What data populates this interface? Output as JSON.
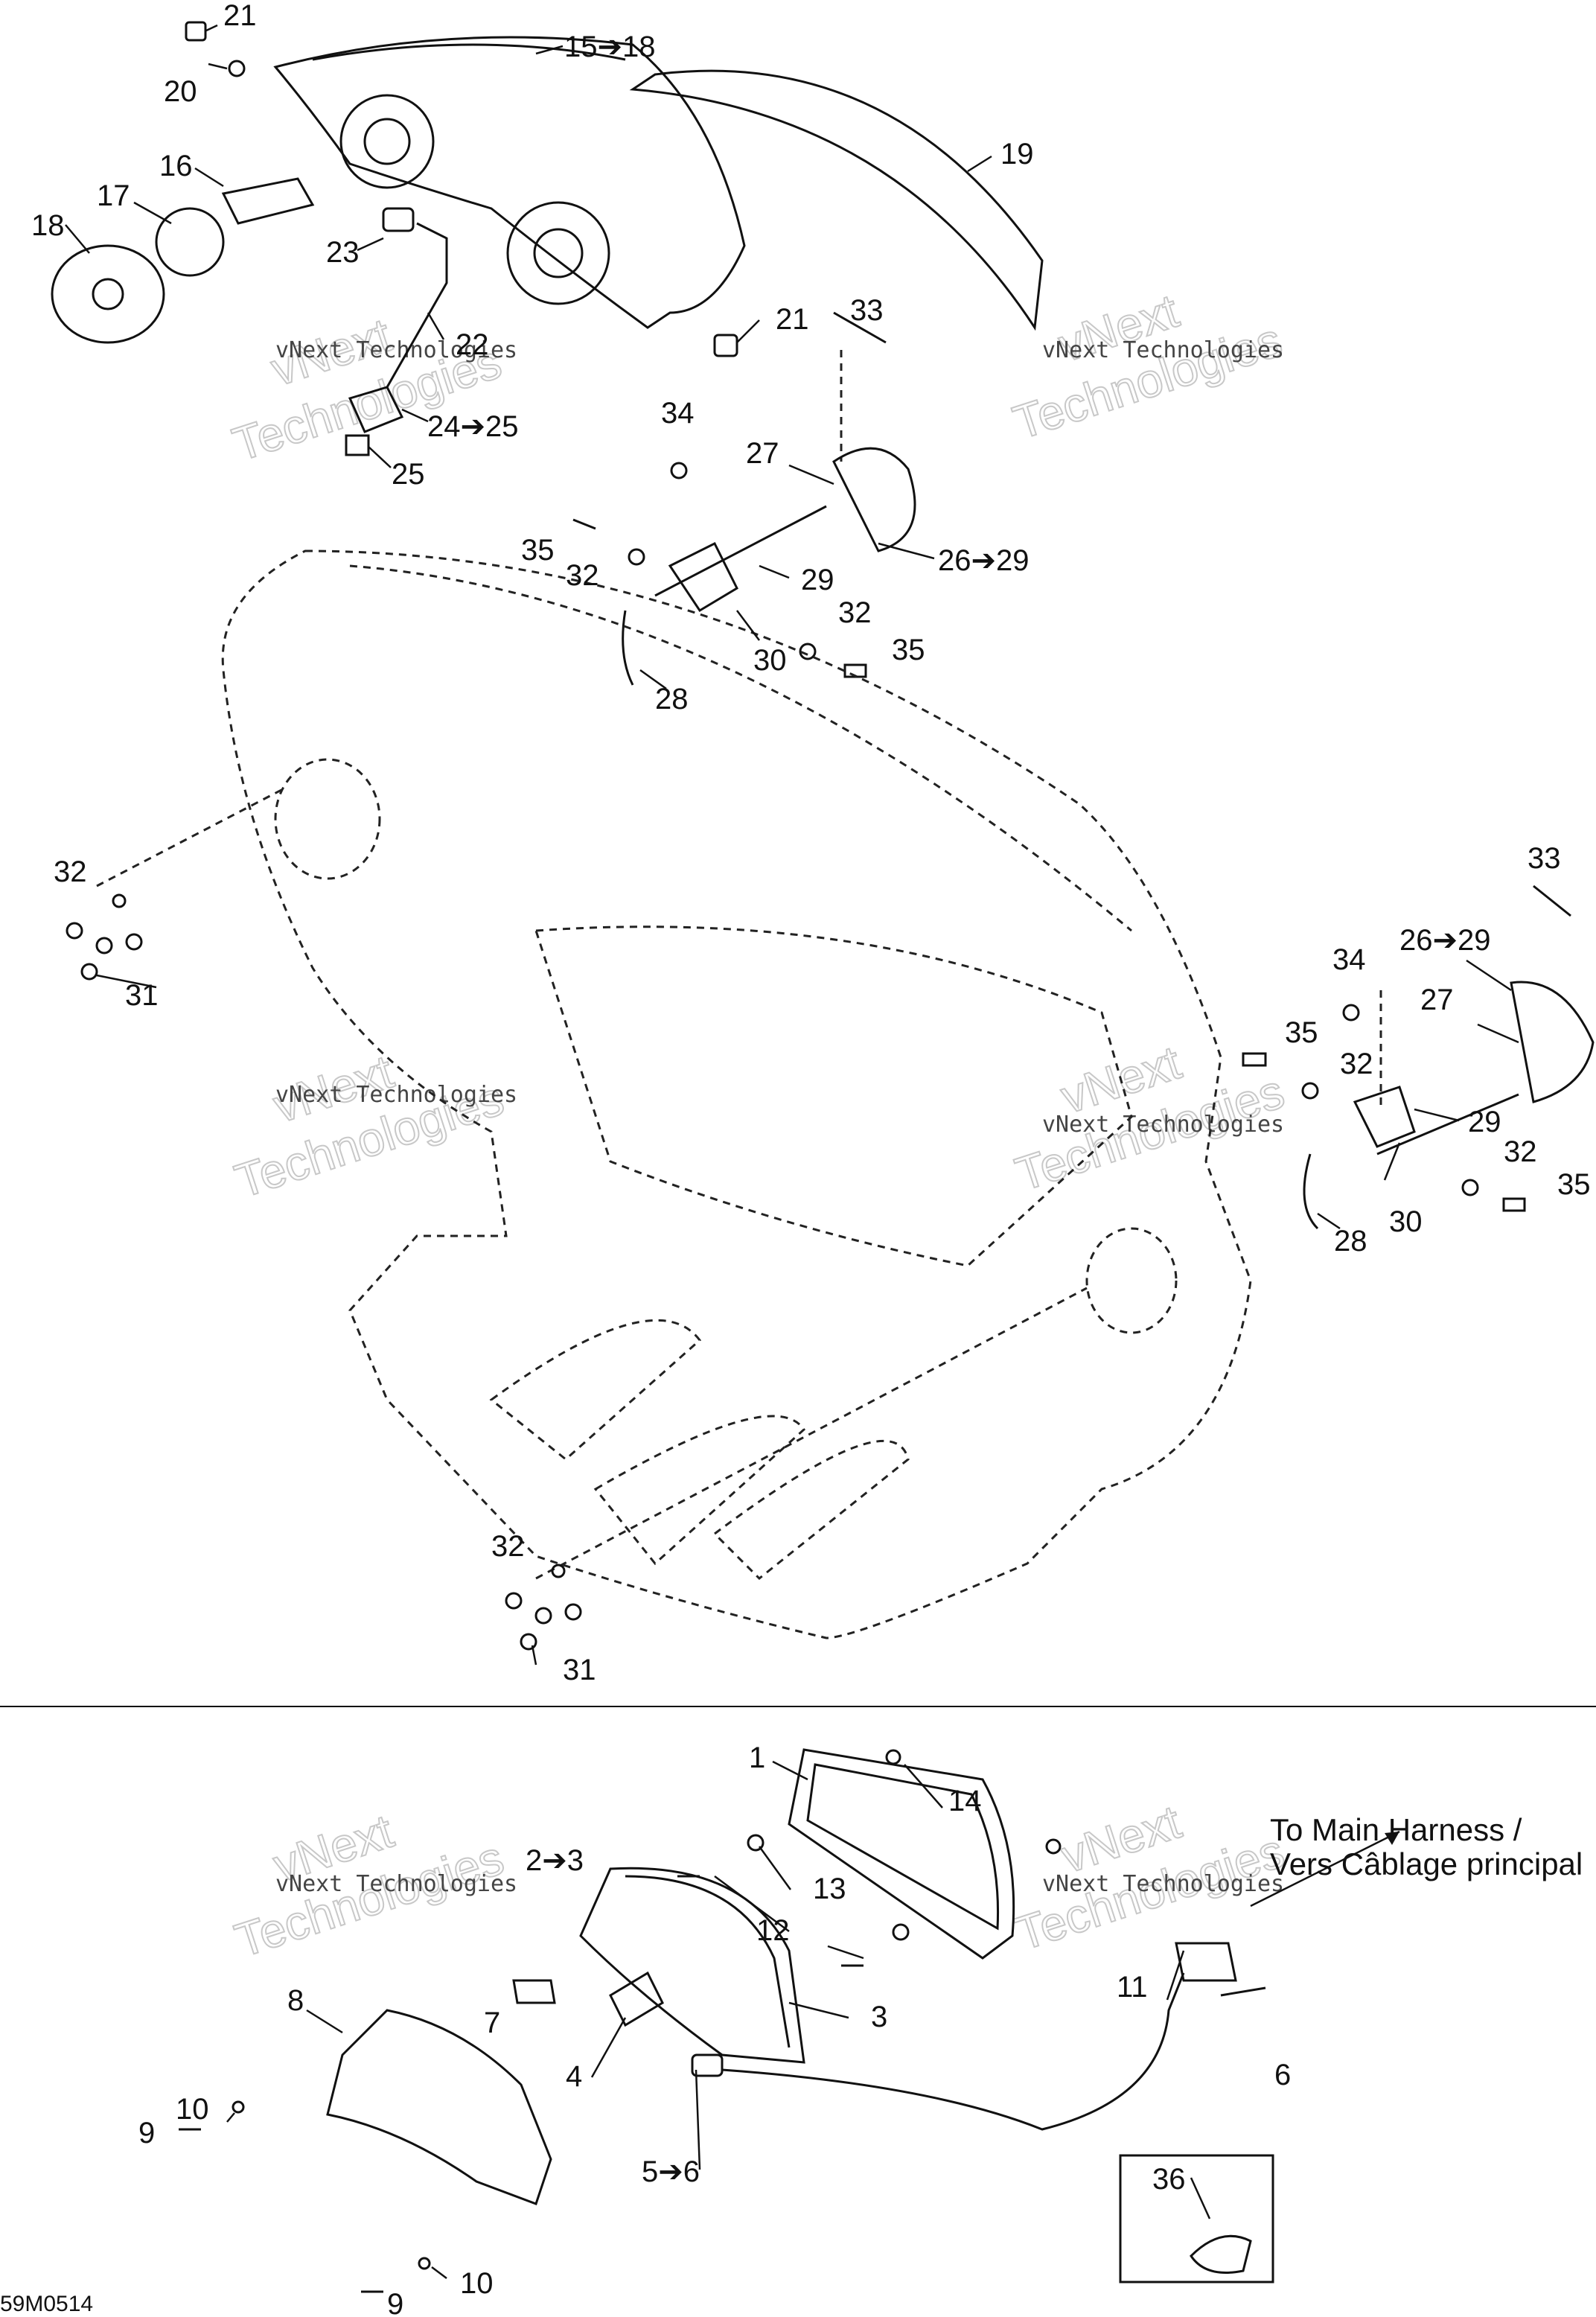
{
  "watermark": {
    "line_small": "vNext Technologies",
    "line_big_1": "vNext",
    "line_big_2": "Technologies"
  },
  "labels": {
    "l21a": "21",
    "l20": "20",
    "l15_18": "15➔18",
    "l16": "16",
    "l17": "17",
    "l18": "18",
    "l19": "19",
    "l23": "23",
    "l22": "22",
    "l21b": "21",
    "l24_25": "24➔25",
    "l25": "25",
    "l33a": "33",
    "l34a": "34",
    "l27a": "27",
    "l35a": "35",
    "l32a": "32",
    "l29a": "29",
    "l26_29a": "26➔29",
    "l32b": "32",
    "l30a": "30",
    "l35b": "35",
    "l28a": "28",
    "l32c": "32",
    "l31a": "31",
    "l33b": "33",
    "l26_29b": "26➔29",
    "l34b": "34",
    "l27b": "27",
    "l35c": "35",
    "l32d": "32",
    "l29b": "29",
    "l32e": "32",
    "l35d": "35",
    "l30b": "30",
    "l28b": "28",
    "l32f": "32",
    "l31b": "31",
    "l1": "1",
    "l14": "14",
    "l2_3": "2➔3",
    "l13": "13",
    "l12": "12",
    "l8": "8",
    "l7": "7",
    "l3": "3",
    "l4": "4",
    "l11": "11",
    "l6": "6",
    "l10a": "10",
    "l9a": "9",
    "l5_6": "5➔6",
    "l36": "36",
    "l10b": "10",
    "l9b": "9"
  },
  "harness_note": {
    "line1": "To Main Harness /",
    "line2": "Vers Câblage principal"
  },
  "figure_code": "59M0514"
}
